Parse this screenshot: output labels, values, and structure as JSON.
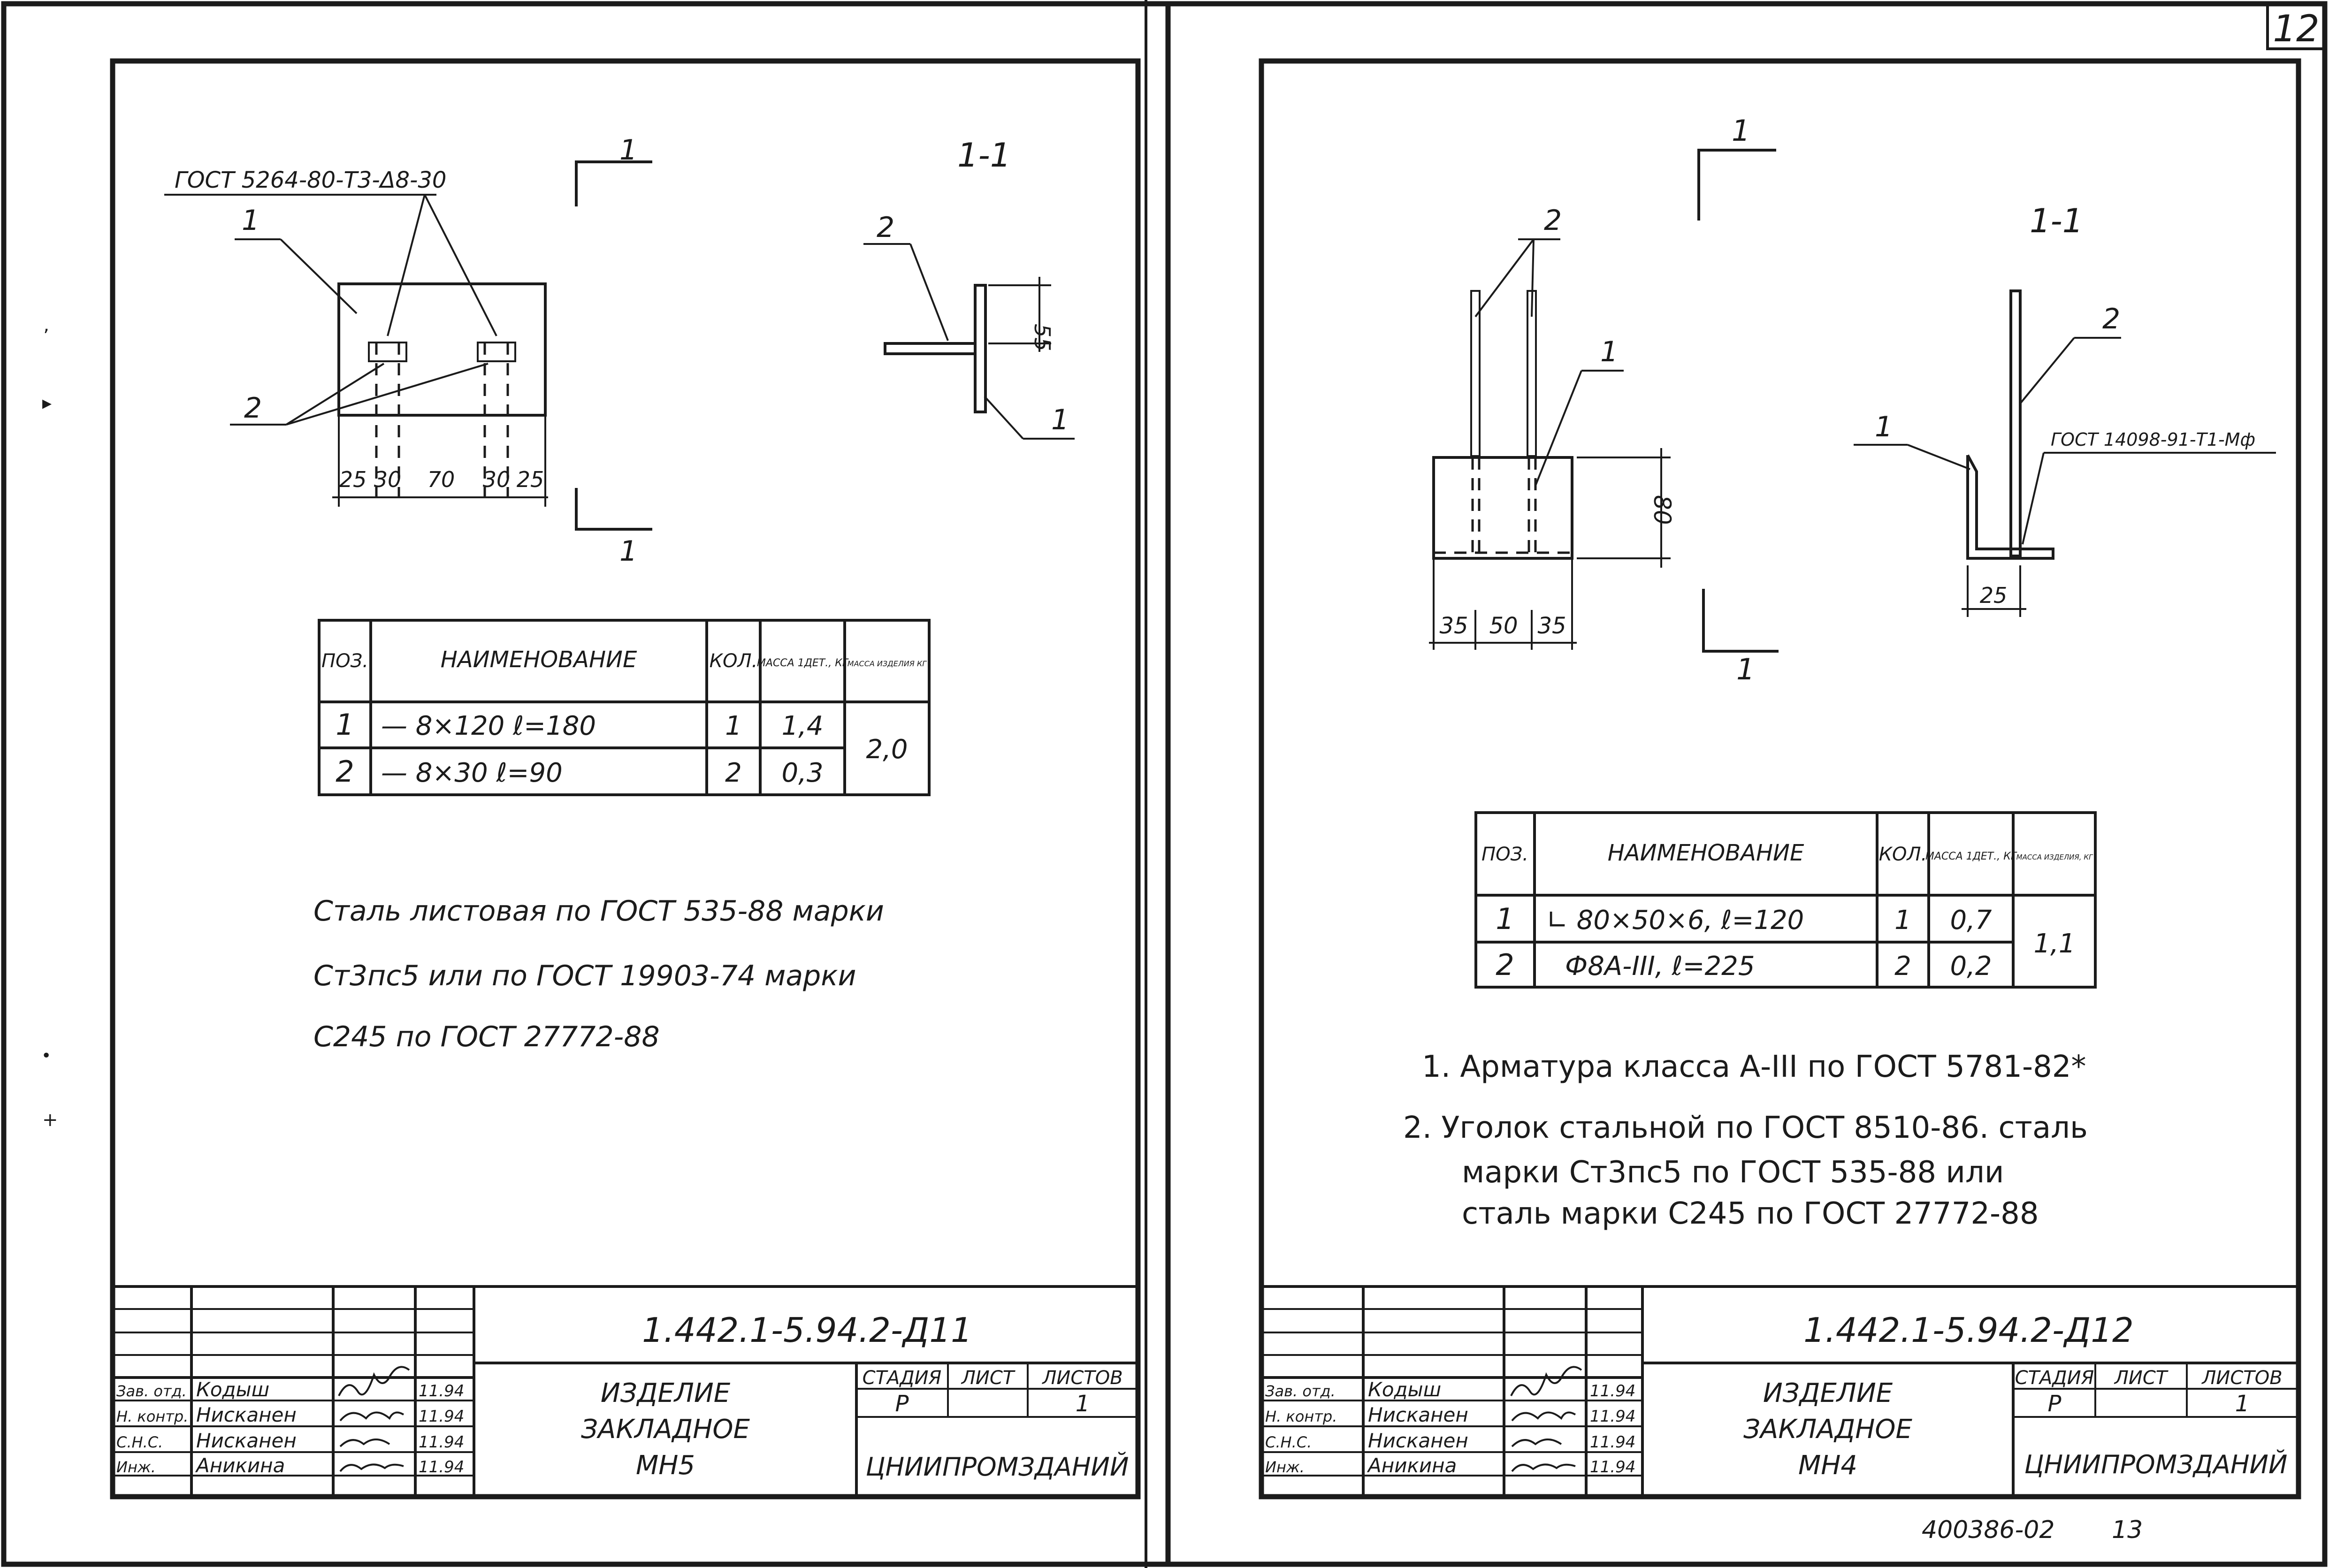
{
  "page_number": "12",
  "archive_code": "400386-02",
  "archive_page": "13",
  "sheets": [
    {
      "gost_weld": "ГОСТ 5264-80-Т3-Δ8-30",
      "section_label": "1-1",
      "cut_label": "1",
      "pos1": "1",
      "pos2": "2",
      "dims_bottom": [
        "25",
        "30",
        "70",
        "30",
        "25"
      ],
      "dim_side": "55",
      "spec": {
        "headers": [
          "ПОЗ.",
          "НАИМЕНОВАНИЕ",
          "КОЛ.",
          "МАССА 1ДЕТ., КГ",
          "МАССА ИЗДЕЛИЯ КГ"
        ],
        "rows": [
          [
            "1",
            "— 8×120   ℓ=180",
            "1",
            "1,4"
          ],
          [
            "2",
            "— 8×30   ℓ=90",
            "2",
            "0,3"
          ]
        ],
        "total": "2,0"
      },
      "notes": [
        "Сталь листовая по ГОСТ 535-88 марки",
        "Ст3пс5  или  по ГОСТ 19903-74 марки",
        "С245  по  ГОСТ 27772-88"
      ],
      "title_block": {
        "code": "1.442.1-5.94.2-Д11",
        "name_lines": [
          "ИЗДЕЛИЕ",
          "ЗАКЛАДНОЕ",
          "МН5"
        ],
        "stage_headers": [
          "СТАДИЯ",
          "ЛИСТ",
          "ЛИСТОВ"
        ],
        "stage_values": [
          "Р",
          "",
          "1"
        ],
        "company": "ЦНИИПРОМЗДАНИЙ",
        "roles": [
          "Зав. отд.",
          "Н. контр.",
          "С.Н.С.",
          "Инж."
        ],
        "names": [
          "Кодыш",
          "Нисканен",
          "Нисканен",
          "Аникина"
        ],
        "dates": [
          "11.94",
          "11.94",
          "11.94",
          "11.94"
        ]
      }
    },
    {
      "gost_weld": "ГОСТ 14098-91-Т1-Мф",
      "section_label": "1-1",
      "cut_label": "1",
      "pos1": "1",
      "pos2": "2",
      "dims_bottom": [
        "35",
        "50",
        "35"
      ],
      "dim_side": "80",
      "dim_angle": "25",
      "spec": {
        "headers": [
          "ПОЗ.",
          "НАИМЕНОВАНИЕ",
          "КОЛ.",
          "МАССА 1ДЕТ., КГ",
          "МАССА ИЗДЕЛИЯ, КГ"
        ],
        "rows": [
          [
            "1",
            "∟ 80×50×6,  ℓ=120",
            "1",
            "0,7"
          ],
          [
            "2",
            "Ф8А-III,  ℓ=225",
            "2",
            "0,2"
          ]
        ],
        "total": "1,1"
      },
      "notes": [
        "1. Арматура  класса  А-III  по  ГОСТ 5781-82*",
        "2. Уголок стальной  по   ГОСТ 8510-86. сталь",
        "марки  Ст3пс5  по  ГОСТ 535-88 или",
        "сталь марки  С245  по  ГОСТ 27772-88"
      ],
      "title_block": {
        "code": "1.442.1-5.94.2-Д12",
        "name_lines": [
          "ИЗДЕЛИЕ",
          "ЗАКЛАДНОЕ",
          "МН4"
        ],
        "stage_headers": [
          "СТАДИЯ",
          "ЛИСТ",
          "ЛИСТОВ"
        ],
        "stage_values": [
          "Р",
          "",
          "1"
        ],
        "company": "ЦНИИПРОМЗДАНИЙ",
        "roles": [
          "Зав. отд.",
          "Н. контр.",
          "С.Н.С.",
          "Инж."
        ],
        "names": [
          "Кодыш",
          "Нисканен",
          "Нисканен",
          "Аникина"
        ],
        "dates": [
          "11.94",
          "11.94",
          "11.94",
          "11.94"
        ]
      }
    }
  ]
}
